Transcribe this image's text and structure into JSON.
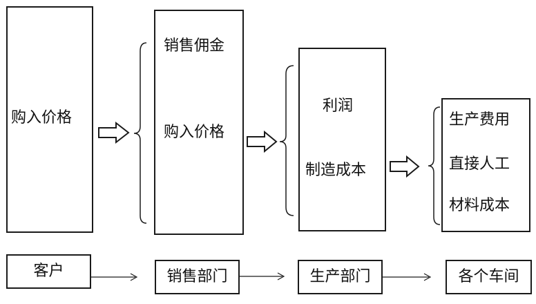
{
  "stages": [
    {
      "items": [
        "购入价格"
      ]
    },
    {
      "items": [
        "销售佣金",
        "购入价格"
      ]
    },
    {
      "items": [
        "利润",
        "制造成本"
      ]
    },
    {
      "items": [
        "生产费用",
        "直接人工",
        "材料成本"
      ]
    }
  ],
  "flow": [
    "客户",
    "销售部门",
    "生产部门",
    "各个车间"
  ]
}
